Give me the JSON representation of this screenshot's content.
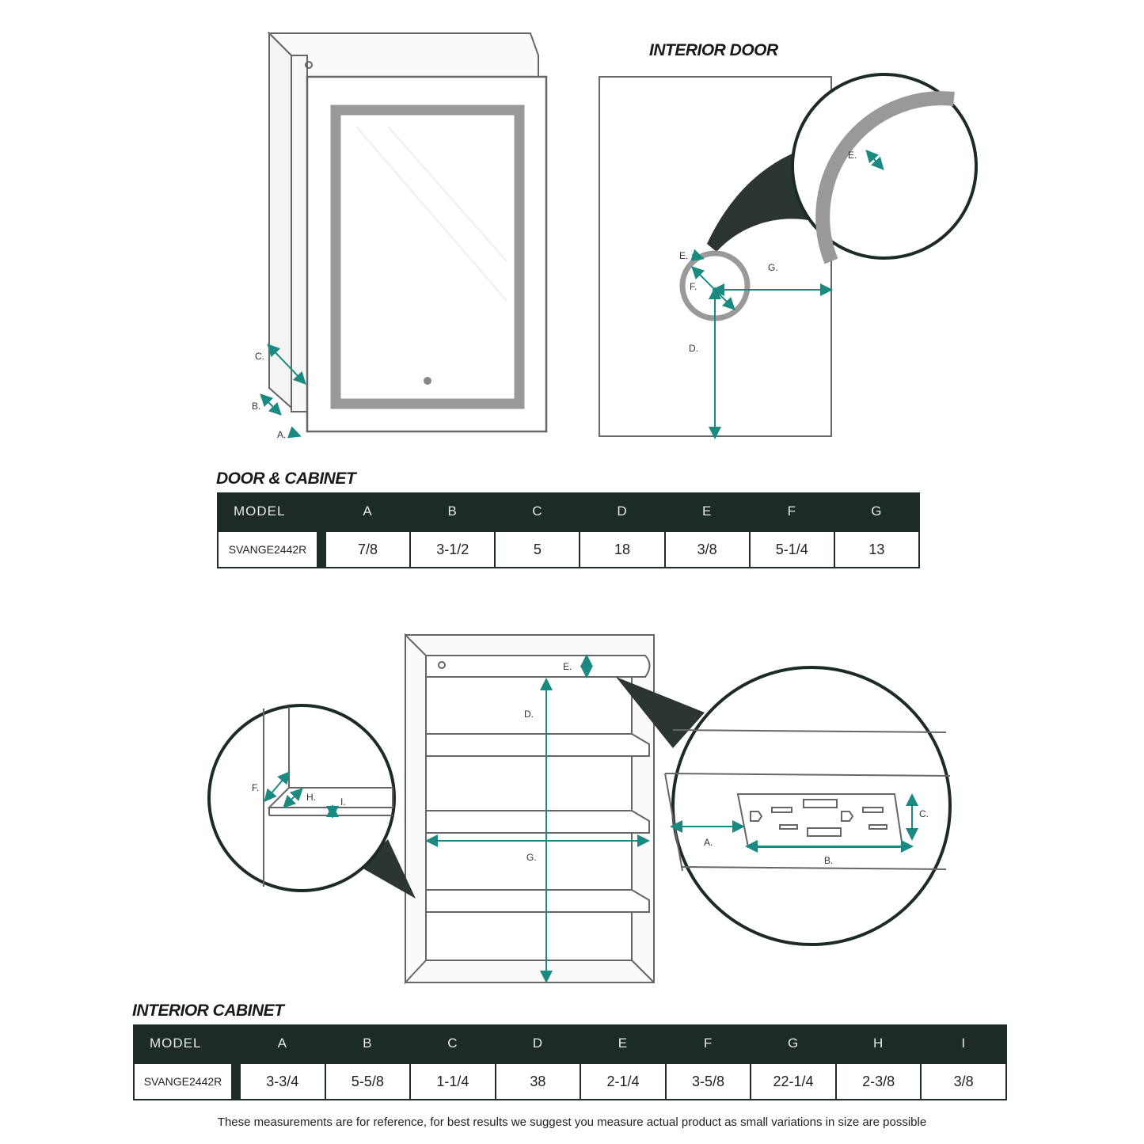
{
  "interior_door": {
    "title": "INTERIOR DOOR",
    "labels": {
      "e": "E.",
      "f": "F.",
      "g": "G.",
      "d": "D.",
      "e_zoom": "E."
    }
  },
  "door_cabinet_diagram": {
    "labels": {
      "a": "A.",
      "b": "B.",
      "c": "C."
    }
  },
  "interior_cabinet_diagram": {
    "labels": {
      "e": "E.",
      "d": "D.",
      "g": "G.",
      "f": "F.",
      "h": "H.",
      "i": "I.",
      "a": "A.",
      "b": "B.",
      "c": "C."
    }
  },
  "door_cabinet_table": {
    "title": "DOOR & CABINET",
    "headers": [
      "MODEL",
      "A",
      "B",
      "C",
      "D",
      "E",
      "F",
      "G"
    ],
    "row": [
      "SVANGE2442R",
      "7/8",
      "3-1/2",
      "5",
      "18",
      "3/8",
      "5-1/4",
      "13"
    ]
  },
  "interior_cabinet_table": {
    "title": "INTERIOR CABINET",
    "headers": [
      "MODEL",
      "A",
      "B",
      "C",
      "D",
      "E",
      "F",
      "G",
      "H",
      "I"
    ],
    "row": [
      "SVANGE2442R",
      "3-3/4",
      "5-5/8",
      "1-1/4",
      "38",
      "2-1/4",
      "3-5/8",
      "22-1/4",
      "2-3/8",
      "3/8"
    ]
  },
  "note": "These measurements are for reference, for best results we suggest you measure actual product as small variations in size are possible",
  "colors": {
    "accent": "#1a8a80",
    "header": "#1c2b28",
    "line": "#555555"
  }
}
